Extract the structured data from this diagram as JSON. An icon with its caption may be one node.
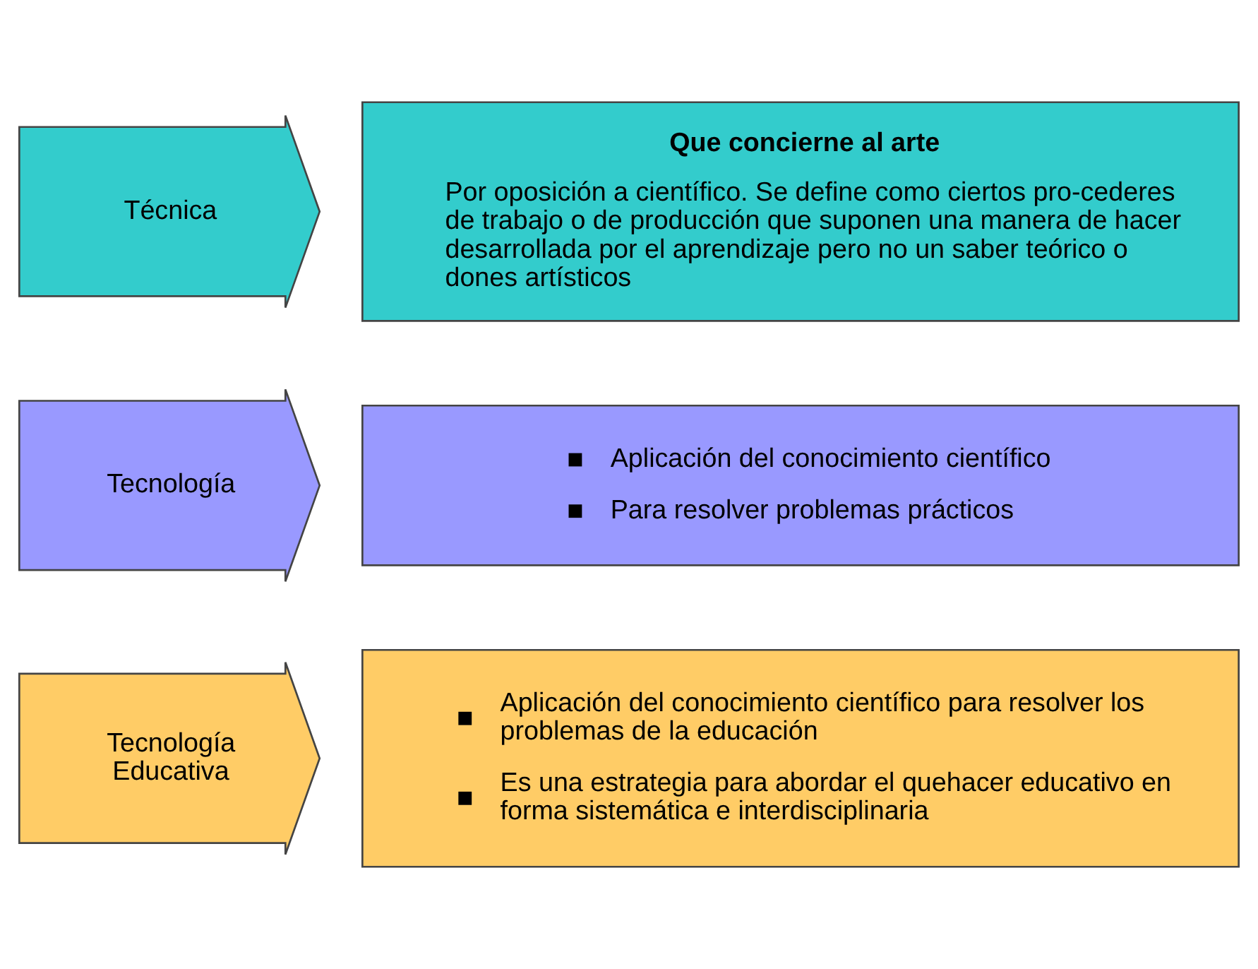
{
  "diagram": {
    "nodes": [
      {
        "text": [
          "Técnica"
        ]
      },
      {
        "text": [
          "Que concierne al arte",
          "Por oposición a científico. Se define como ciertos pro-cederes de trabajo o de producción que suponen una manera de hacer desarrollada por el aprendizaje pero no un saber teórico o dones artísticos"
        ]
      },
      {
        "text": [
          "Tecnología"
        ]
      },
      {
        "text": [
          "Aplicación del conocimiento científico",
          "Para resolver problemas prácticos"
        ]
      },
      {
        "text": [
          "Tecnología Educativa"
        ]
      },
      {
        "text": [
          "Aplicación del conocimiento científico para resolver los problemas de la educación",
          "Es una estrategia para abordar el quehacer educativo en forma sistemática e interdisciplinaria"
        ]
      }
    ],
    "edges": []
  }
}
